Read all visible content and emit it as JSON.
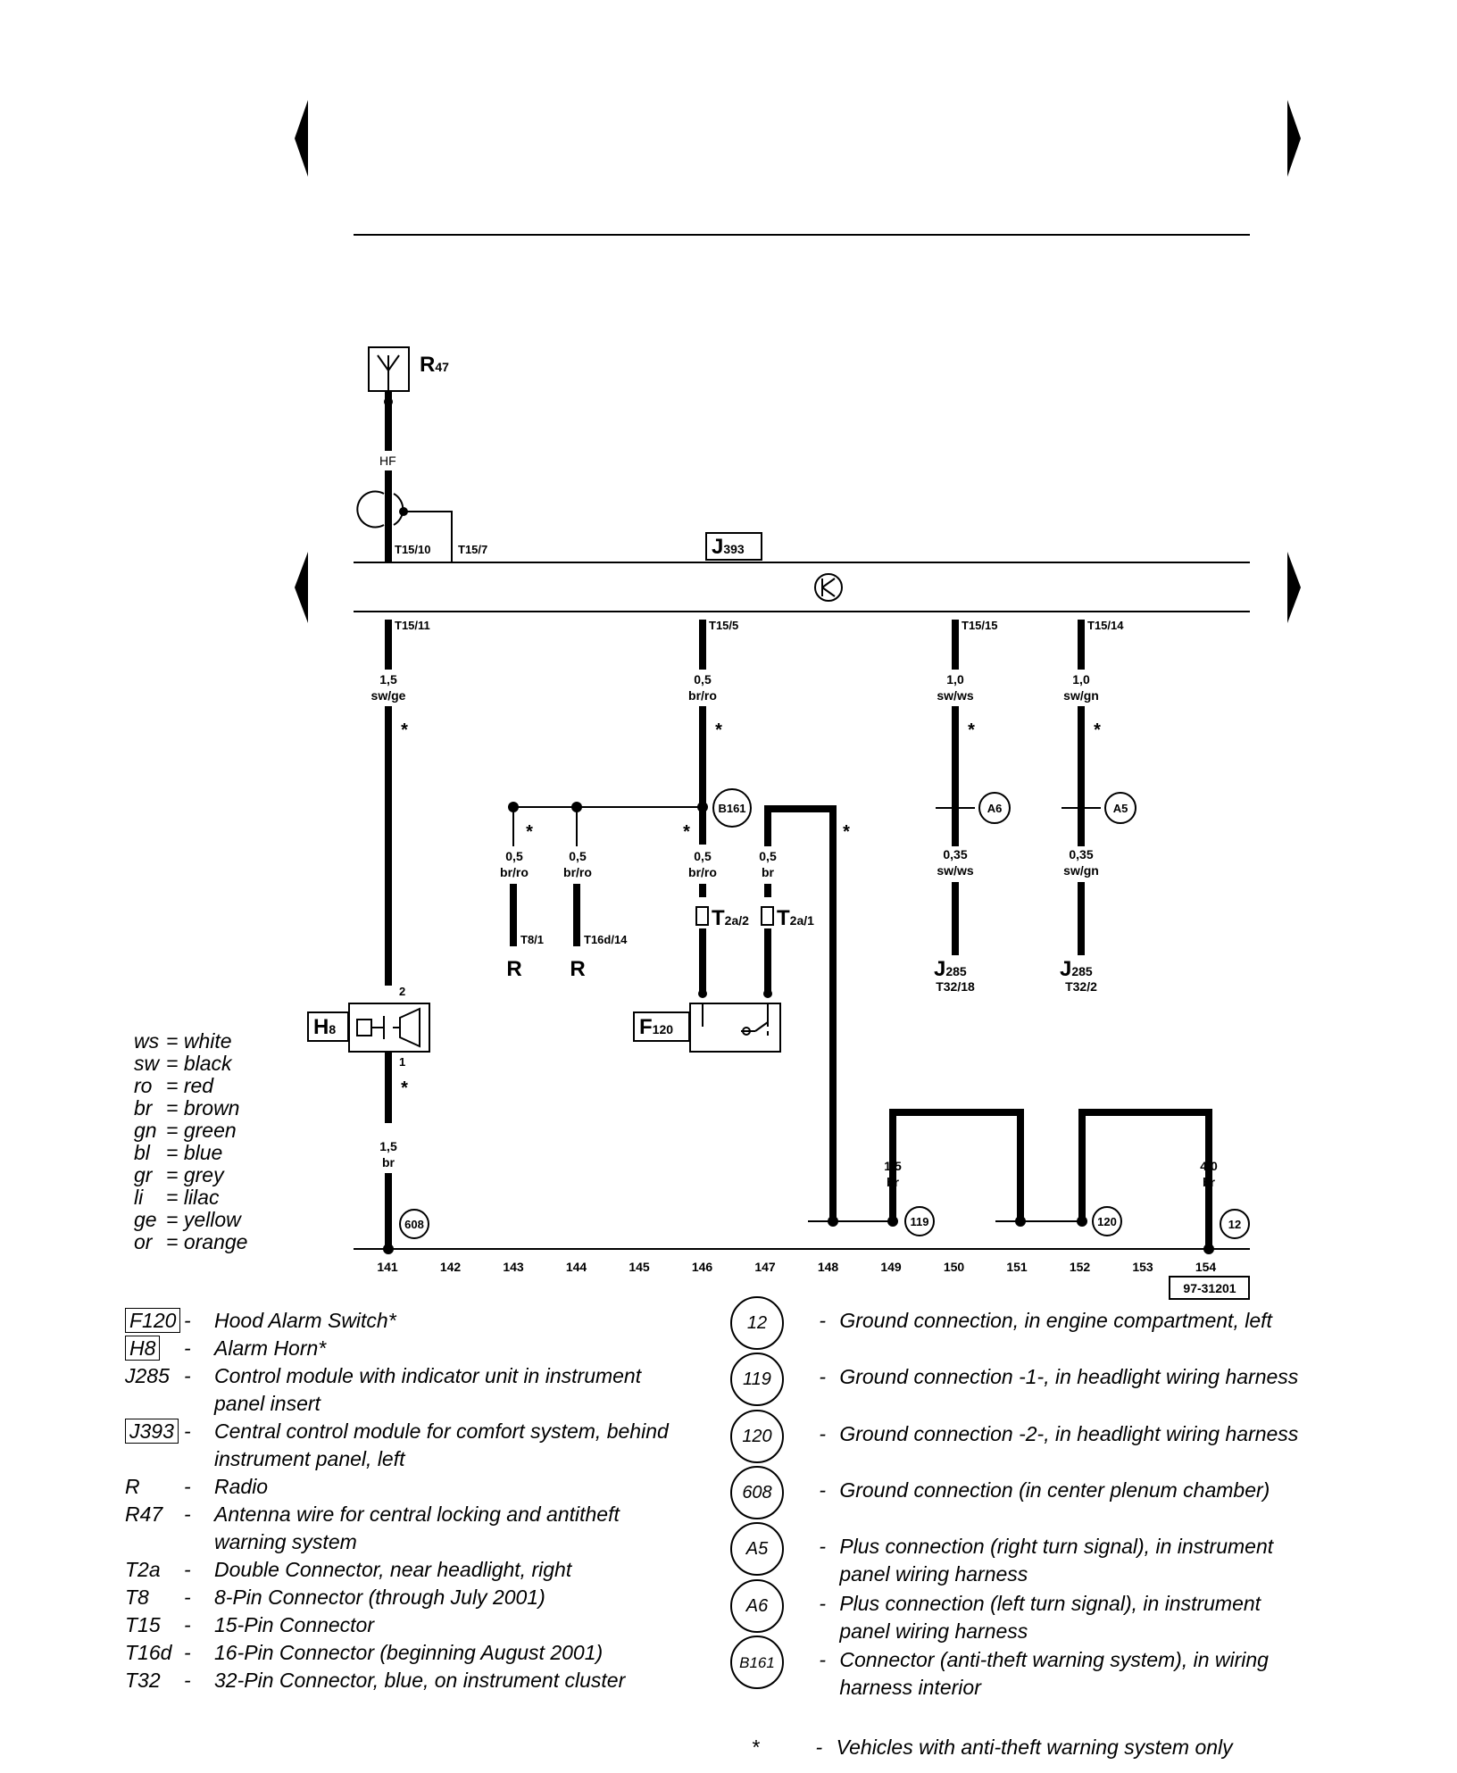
{
  "diagram": {
    "splice_label": "HF",
    "wire_T15_10": "T15/10",
    "wire_T15_7": "T15/7",
    "wire_T15_11": "T15/11",
    "wire_T15_5": "T15/5",
    "wire_T15_15": "T15/15",
    "wire_T15_14": "T15/14",
    "comp_R47": "R",
    "comp_R47_sub": "47",
    "comp_J393": "J",
    "comp_J393_sub": "393",
    "comp_H8": "H",
    "comp_H8_sub": "8",
    "comp_F120": "F",
    "comp_F120_sub": "120",
    "comp_J285": "J",
    "comp_J285_sub": "285",
    "comp_R": "R",
    "comp_T2a": "T",
    "conn_T2a2": "2a/2",
    "conn_T2a1": "2a/1",
    "pin_T8_1": "T8/1",
    "pin_T16d_14": "T16d/14",
    "pin_T32_18": "T32/18",
    "pin_T32_2": "T32/2",
    "pin_2": "2",
    "pin_1": "1",
    "asterisk": "*",
    "wire_sizes": {
      "w141_size": "1,5",
      "w141_color": "sw/ge",
      "w146_size": "0,5",
      "w146_color": "br/ro",
      "w150_size": "1,0",
      "w150_color": "sw/ws",
      "w152_size": "1,0",
      "w152_color": "sw/gn",
      "w143_size": "0,5",
      "w143_color": "br/ro",
      "w144_size": "0,5",
      "w144_color": "br/ro",
      "w146b_size": "0,5",
      "w146b_color": "br/ro",
      "w147_size": "0,5",
      "w147_color": "br",
      "w150b_size": "0,35",
      "w150b_color": "sw/ws",
      "w152b_size": "0,35",
      "w152b_color": "sw/gn",
      "w141b_size": "1,5",
      "w141b_color": "br",
      "w149_size": "1,5",
      "w149_color": "br",
      "w154_size": "4,0",
      "w154_color": "br"
    },
    "ground_labels": {
      "g608": "608",
      "g119": "119",
      "g120": "120",
      "g12": "12",
      "b161": "B161",
      "a6": "A6",
      "a5": "A5"
    },
    "columns": [
      "141",
      "142",
      "143",
      "144",
      "145",
      "146",
      "147",
      "148",
      "149",
      "150",
      "151",
      "152",
      "153",
      "154"
    ],
    "doc_number": "97-31201"
  },
  "color_key": [
    {
      "code": "ws",
      "name": "white"
    },
    {
      "code": "sw",
      "name": "black"
    },
    {
      "code": "ro",
      "name": "red"
    },
    {
      "code": "br",
      "name": "brown"
    },
    {
      "code": "gn",
      "name": "green"
    },
    {
      "code": "bl",
      "name": "blue"
    },
    {
      "code": "gr",
      "name": "grey"
    },
    {
      "code": "li",
      "name": "lilac"
    },
    {
      "code": "ge",
      "name": "yellow"
    },
    {
      "code": "or",
      "name": "orange"
    }
  ],
  "legend_left": [
    {
      "code": "F120",
      "dash": "-",
      "text": "Hood Alarm Switch*"
    },
    {
      "code": "H8",
      "dash": "-",
      "text": "Alarm Horn*"
    },
    {
      "code": "J285",
      "dash": "-",
      "text": "Control module with indicator unit in instrument panel insert"
    },
    {
      "code": "J393",
      "dash": "-",
      "text": "Central control module for comfort system, behind instrument panel, left"
    },
    {
      "code": "R",
      "dash": "-",
      "text": "Radio"
    },
    {
      "code": "R47",
      "dash": "-",
      "text": "Antenna wire for central locking and antitheft warning system"
    },
    {
      "code": "T2a",
      "dash": "-",
      "text": "Double Connector, near headlight, right"
    },
    {
      "code": "T8",
      "dash": "-",
      "text": "8-Pin Connector (through July 2001)"
    },
    {
      "code": "T15",
      "dash": "-",
      "text": "15-Pin Connector"
    },
    {
      "code": "T16d",
      "dash": "-",
      "text": "16-Pin Connector (beginning August 2001)"
    },
    {
      "code": "T32",
      "dash": "-",
      "text": "32-Pin Connector, blue, on instrument cluster"
    }
  ],
  "legend_right": [
    {
      "code": "12",
      "dash": "-",
      "text": "Ground connection, in engine compartment, left"
    },
    {
      "code": "119",
      "dash": "-",
      "text": "Ground connection -1-, in headlight wiring harness"
    },
    {
      "code": "120",
      "dash": "-",
      "text": "Ground connection -2-, in headlight wiring harness"
    },
    {
      "code": "608",
      "dash": "-",
      "text": "Ground connection (in center plenum chamber)"
    },
    {
      "code": "A5",
      "dash": "-",
      "text": "Plus connection (right turn signal), in instrument panel wiring harness"
    },
    {
      "code": "A6",
      "dash": "-",
      "text": "Plus connection (left turn signal), in instrument panel wiring harness"
    },
    {
      "code": "B161",
      "dash": "-",
      "text": "Connector (anti-theft warning system), in wiring harness interior"
    },
    {
      "code": "*",
      "dash": "-",
      "text": "Vehicles with anti-theft warning system only"
    }
  ]
}
